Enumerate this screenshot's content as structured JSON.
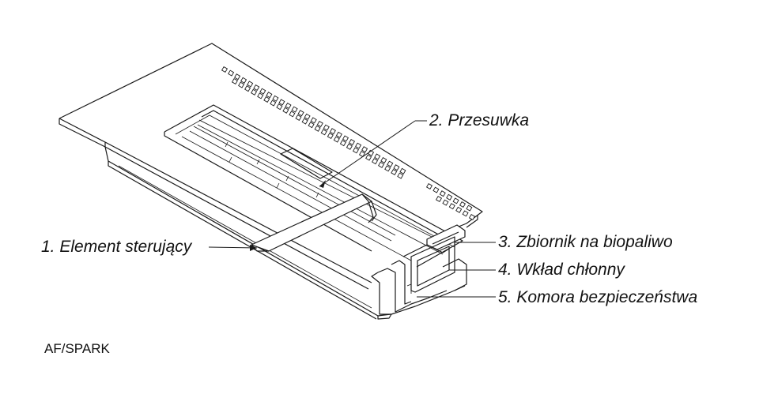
{
  "labels": {
    "element_sterujacy": "1. Element sterujący",
    "przesuwka": "2. Przesuwka",
    "zbiornik": "3. Zbiornik na biopaliwo",
    "wklad": "4. Wkład chłonny",
    "komora": "5. Komora bezpieczeństwa"
  },
  "model_code": "AF/SPARK",
  "colors": {
    "line": "#1a1a1a",
    "background": "#ffffff"
  }
}
